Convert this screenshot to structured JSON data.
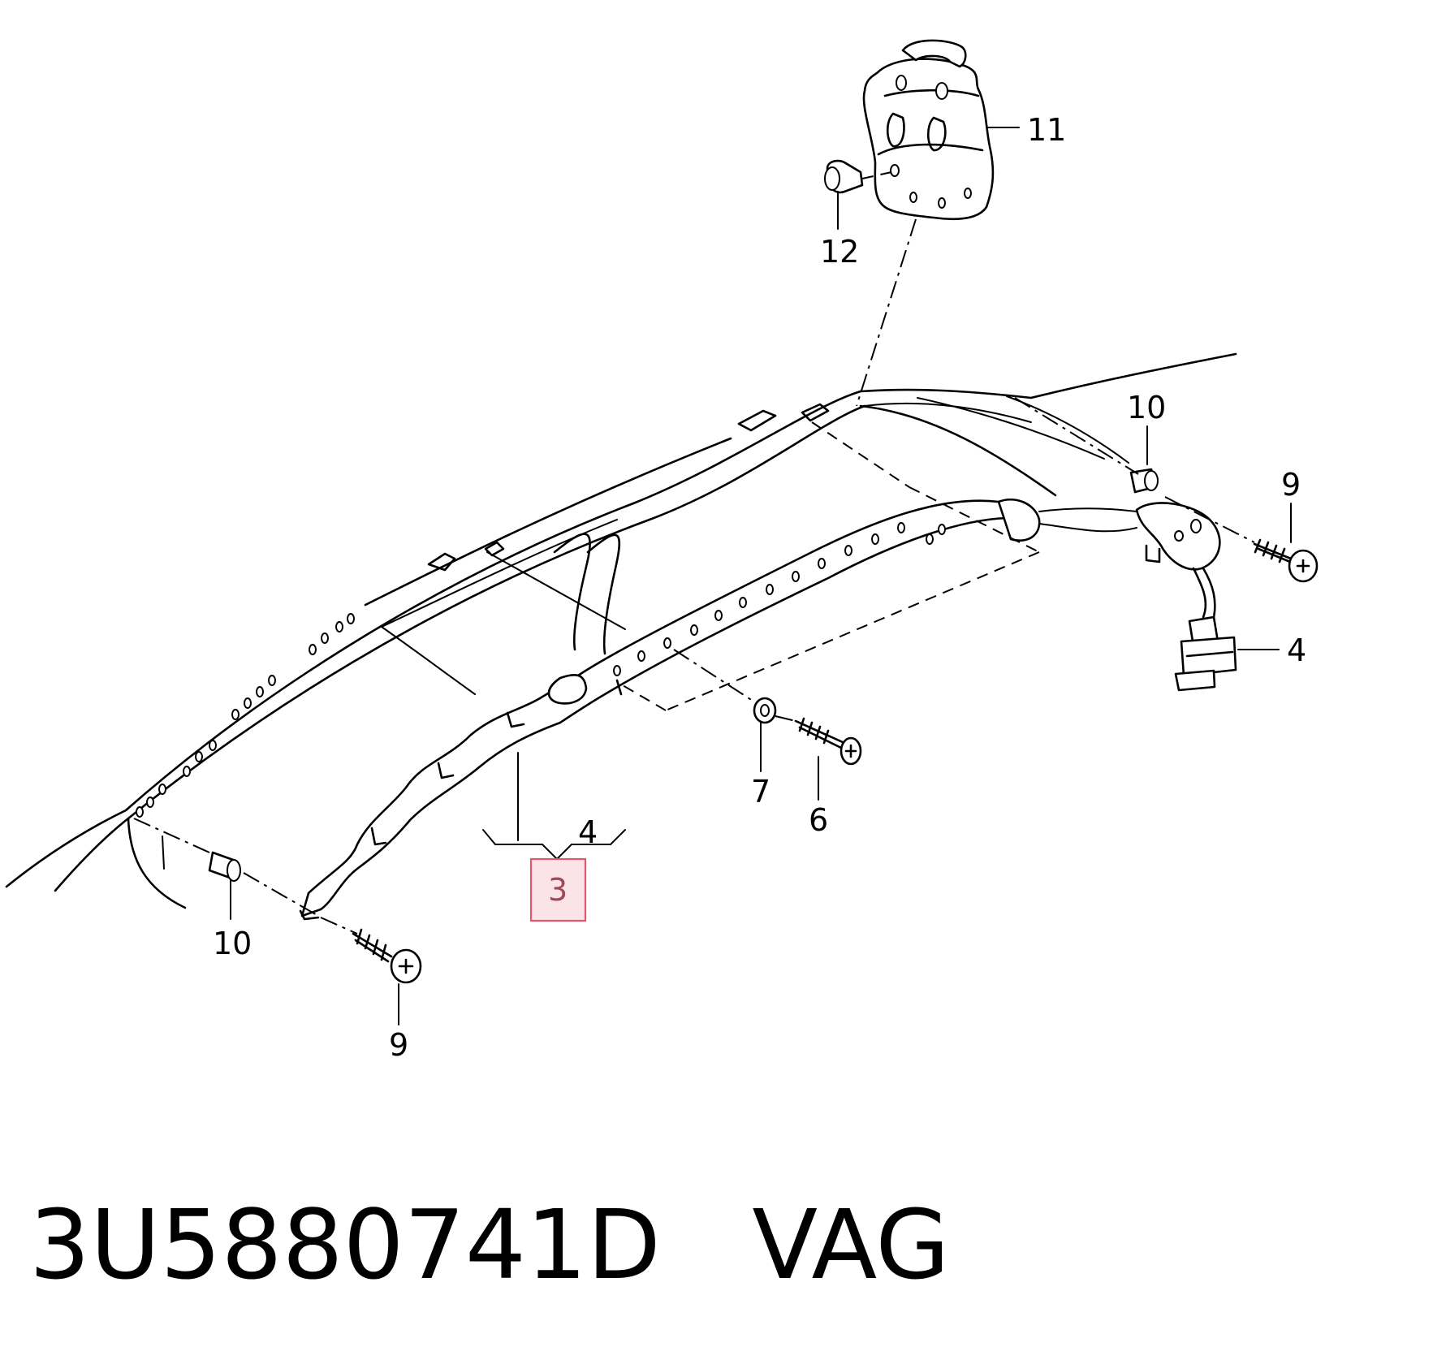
{
  "diagram": {
    "callouts": {
      "c11": "11",
      "c12": "12",
      "c10_right": "10",
      "c9_right": "9",
      "c4_right": "4",
      "c7": "7",
      "c6": "6",
      "c4_bracket": "4",
      "c3": "3",
      "c10_left": "10",
      "c9_left": "9"
    },
    "highlighted_callout": "3",
    "highlight_color": "#e0586a"
  },
  "caption": {
    "part_number": "3U5880741D",
    "brand": "VAG",
    "separator": "   "
  }
}
